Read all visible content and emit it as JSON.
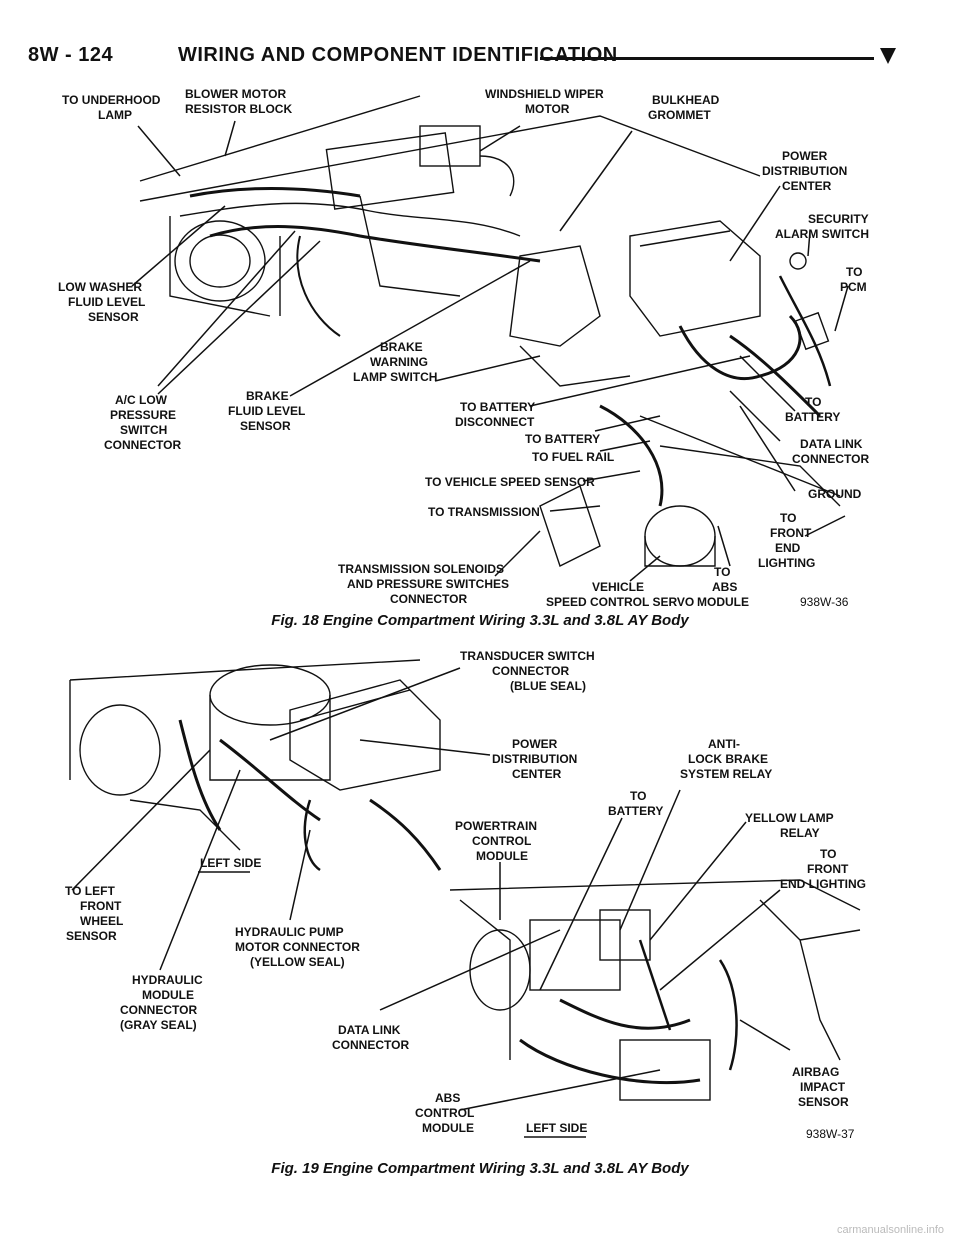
{
  "header": {
    "page_number": "8W - 124",
    "section_title": "WIRING AND COMPONENT IDENTIFICATION"
  },
  "figure18": {
    "caption": "Fig. 18 Engine Compartment Wiring 3.3L and 3.8L AY Body",
    "ref": "938W-36",
    "labels": {
      "underhood_lamp": [
        "TO UNDERHOOD",
        "LAMP"
      ],
      "blower_motor": [
        "BLOWER MOTOR",
        "RESISTOR BLOCK"
      ],
      "wiper_motor": [
        "WINDSHIELD WIPER",
        "MOTOR"
      ],
      "bulkhead": [
        "BULKHEAD",
        "GROMMET"
      ],
      "pdc": [
        "POWER",
        "DISTRIBUTION",
        "CENTER"
      ],
      "security": [
        "SECURITY",
        "ALARM SWITCH"
      ],
      "pcm": [
        "TO",
        "PCM"
      ],
      "low_washer": [
        "LOW WASHER",
        "FLUID LEVEL",
        "SENSOR"
      ],
      "ac_low": [
        "A/C LOW",
        "PRESSURE",
        "SWITCH",
        "CONNECTOR"
      ],
      "brake_fluid": [
        "BRAKE",
        "FLUID LEVEL",
        "SENSOR"
      ],
      "brake_warning": [
        "BRAKE",
        "WARNING",
        "LAMP SWITCH"
      ],
      "battery_disconnect": [
        "TO BATTERY",
        "DISCONNECT"
      ],
      "to_battery_mid": [
        "TO BATTERY"
      ],
      "fuel_rail": [
        "TO FUEL RAIL"
      ],
      "to_battery_right": [
        "TO",
        "BATTERY"
      ],
      "data_link": [
        "DATA LINK",
        "CONNECTOR"
      ],
      "vss": [
        "TO VEHICLE SPEED SENSOR"
      ],
      "ground": [
        "GROUND"
      ],
      "transmission": [
        "TO TRANSMISSION"
      ],
      "front_end": [
        "TO",
        "FRONT",
        "END",
        "LIGHTING"
      ],
      "trans_solenoids": [
        "TRANSMISSION SOLENOIDS",
        "AND PRESSURE SWITCHES",
        "CONNECTOR"
      ],
      "speed_servo": [
        "VEHICLE",
        "SPEED CONTROL SERVO"
      ],
      "abs_module": [
        "TO",
        "ABS",
        "MODULE"
      ]
    }
  },
  "figure19": {
    "caption": "Fig. 19 Engine Compartment Wiring 3.3L and 3.8L AY Body",
    "ref": "938W-37",
    "labels": {
      "transducer": [
        "TRANSDUCER SWITCH",
        "CONNECTOR",
        "(BLUE SEAL)"
      ],
      "pdc": [
        "POWER",
        "DISTRIBUTION",
        "CENTER"
      ],
      "anti_lock": [
        "ANTI-",
        "LOCK BRAKE",
        "SYSTEM RELAY"
      ],
      "to_battery": [
        "TO",
        "BATTERY"
      ],
      "yellow_lamp": [
        "YELLOW LAMP",
        "RELAY"
      ],
      "pcm": [
        "POWERTRAIN",
        "CONTROL",
        "MODULE"
      ],
      "front_end": [
        "TO",
        "FRONT",
        "END LIGHTING"
      ],
      "left_side_top": [
        "LEFT SIDE"
      ],
      "left_front_wheel": [
        "TO LEFT",
        "FRONT",
        "WHEEL",
        "SENSOR"
      ],
      "hydraulic_pump": [
        "HYDRAULIC PUMP",
        "MOTOR CONNECTOR",
        "(YELLOW SEAL)"
      ],
      "hydraulic_module": [
        "HYDRAULIC",
        "MODULE",
        "CONNECTOR",
        "(GRAY SEAL)"
      ],
      "data_link": [
        "DATA LINK",
        "CONNECTOR"
      ],
      "airbag": [
        "AIRBAG",
        "IMPACT",
        "SENSOR"
      ],
      "abs_control": [
        "ABS",
        "CONTROL",
        "MODULE"
      ],
      "left_side_bottom": [
        "LEFT SIDE"
      ]
    }
  },
  "watermark": "carmanualsonline.info"
}
